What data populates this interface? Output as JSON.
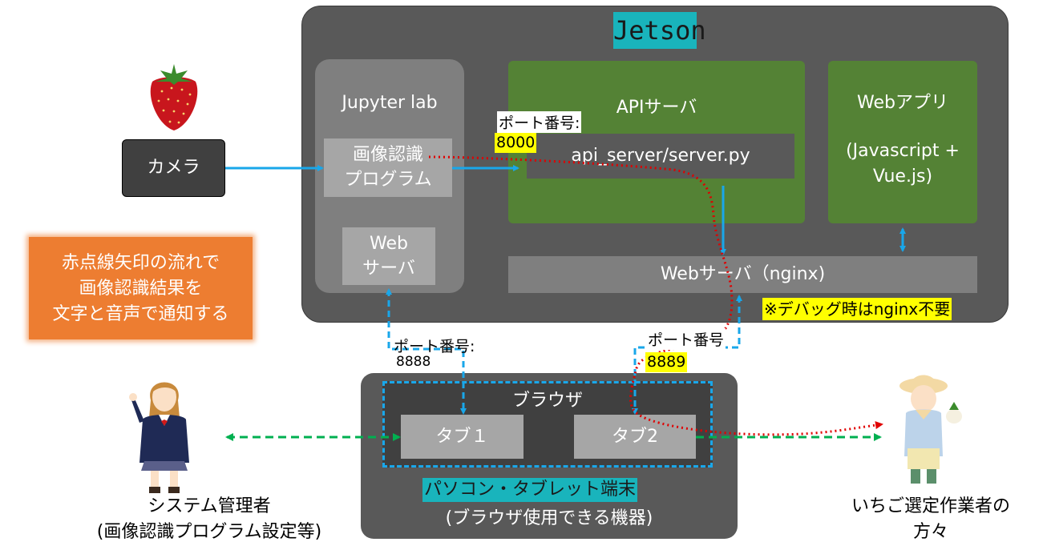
{
  "jetson": {
    "title": "Jetson"
  },
  "jupyter": {
    "title": "Jupyter lab",
    "program_line1": "画像認識",
    "program_line2": "プログラム",
    "web_line1": "Web",
    "web_line2": "サーバ"
  },
  "api": {
    "title": "APIサーバ",
    "file": "api_server/server.py",
    "port_label": "ポート番号:",
    "port": "8000"
  },
  "webapp": {
    "line1": "Webアプリ",
    "line2": "(Javascript +",
    "line3": "Vue.js)"
  },
  "nginx": {
    "label": "Webサーバ（nginx)",
    "note": "※デバッグ時はnginx不要",
    "port_label": "ポート番号",
    "port": "8889"
  },
  "jupyter_port": {
    "label": "ポート番号:",
    "value": "8888"
  },
  "camera": {
    "label": "カメラ"
  },
  "note": {
    "line1": "赤点線矢印の流れで",
    "line2": "画像認識結果を",
    "line3": "文字と音声で通知する"
  },
  "browser": {
    "title": "ブラウザ",
    "tab1": "タブ１",
    "tab2": "タブ2"
  },
  "device": {
    "title": "パソコン・タブレット端末",
    "subtitle": "(ブラウザ使用できる機器)"
  },
  "admin": {
    "line1": "システム管理者",
    "line2": "(画像認識プログラム設定等)"
  },
  "worker": {
    "line1": "いちご選定作業者の",
    "line2": "方々"
  },
  "colors": {
    "jetson": "#595959",
    "api_green": "#548235",
    "teal": "#19b4bc",
    "arrow_blue": "#19a7ea",
    "arrow_green": "#00b050",
    "arrow_red": "#c00000",
    "orange": "#ed7d31",
    "highlight": "#ffff00"
  }
}
